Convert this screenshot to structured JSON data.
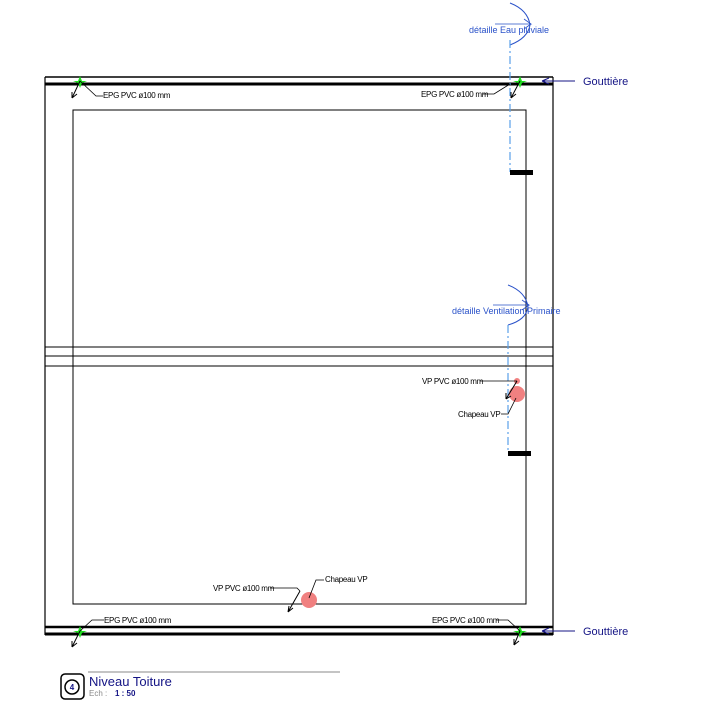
{
  "drawing": {
    "section_marks": [
      {
        "label": "détaille Eau pluviale"
      },
      {
        "label": "détaille Ventilation Primaire"
      }
    ],
    "gutter_labels": [
      "Gouttière",
      "Gouttière"
    ],
    "pipe_labels": {
      "top_left": "EPG PVC ø100 mm",
      "top_right": "EPG PVC ø100 mm",
      "bottom_left": "EPG PVC ø100 mm",
      "bottom_right": "EPG PVC ø100 mm",
      "vp_right": "VP PVC ø100 mm",
      "vp_bottom": "VP PVC ø100 mm"
    },
    "cap_labels": {
      "right": "Chapeau VP",
      "bottom": "Chapeau VP"
    }
  },
  "title_block": {
    "view_number": "4",
    "title": "Niveau Toiture",
    "scale_label": "Ech :",
    "scale_value": "1 : 50"
  },
  "colors": {
    "line": "#000000",
    "section_blue": "#2a52c9",
    "axis_blue": "#5aa0e8",
    "gutter_navy": "#141485",
    "drain_green": "#22dd22",
    "vent_red": "#f08080"
  }
}
